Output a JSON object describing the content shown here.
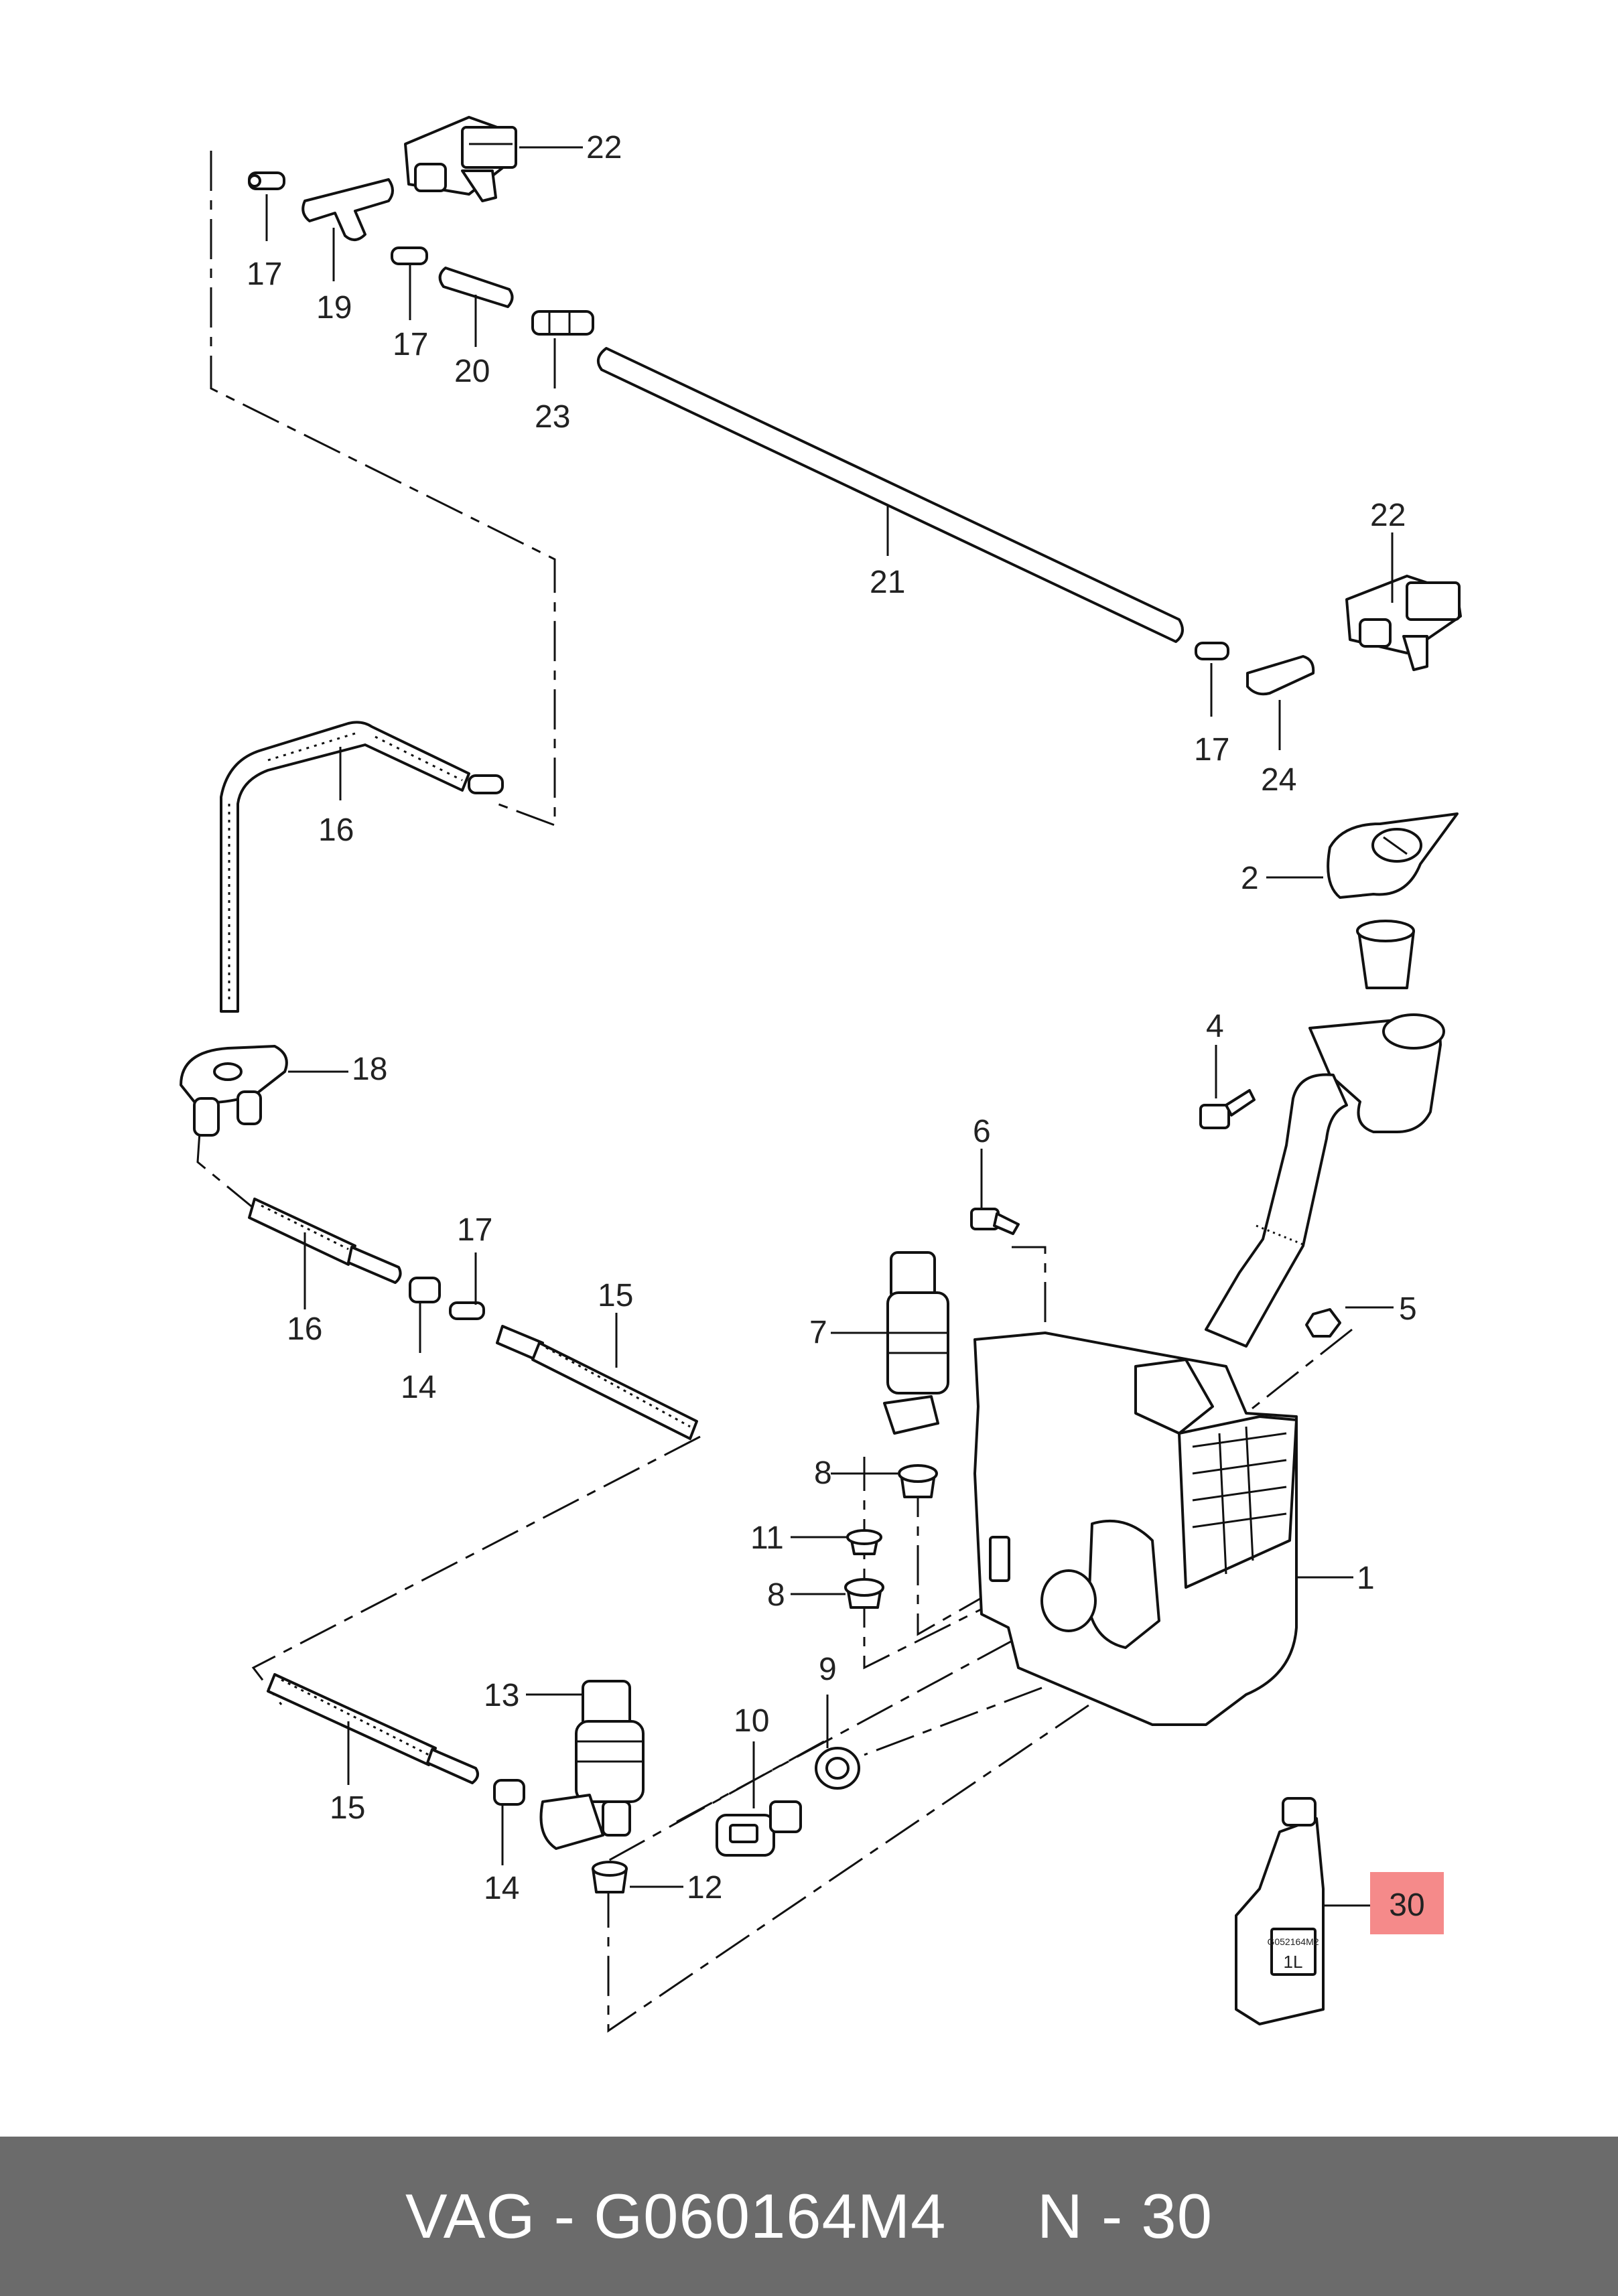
{
  "labels": {
    "l1": "1",
    "l2": "2",
    "l4": "4",
    "l5": "5",
    "l6": "6",
    "l7": "7",
    "l8a": "8",
    "l8b": "8",
    "l9": "9",
    "l10": "10",
    "l11": "11",
    "l12": "12",
    "l13": "13",
    "l14a": "14",
    "l14b": "14",
    "l15a": "15",
    "l15b": "15",
    "l16a": "16",
    "l16b": "16",
    "l17a": "17",
    "l17b": "17",
    "l17c": "17",
    "l17d": "17",
    "l18": "18",
    "l19": "19",
    "l20": "20",
    "l21": "21",
    "l22a": "22",
    "l22b": "22",
    "l23": "23",
    "l24": "24",
    "l30": "30"
  },
  "bottle_label": "G052164M2",
  "bottle_volume": "1L",
  "highlight_color": "#f58a8a",
  "footer": {
    "brand": "VAG",
    "part_number": "G060164M4",
    "position": "N - 30",
    "text": "VAG - G060164M4     N - 30"
  }
}
